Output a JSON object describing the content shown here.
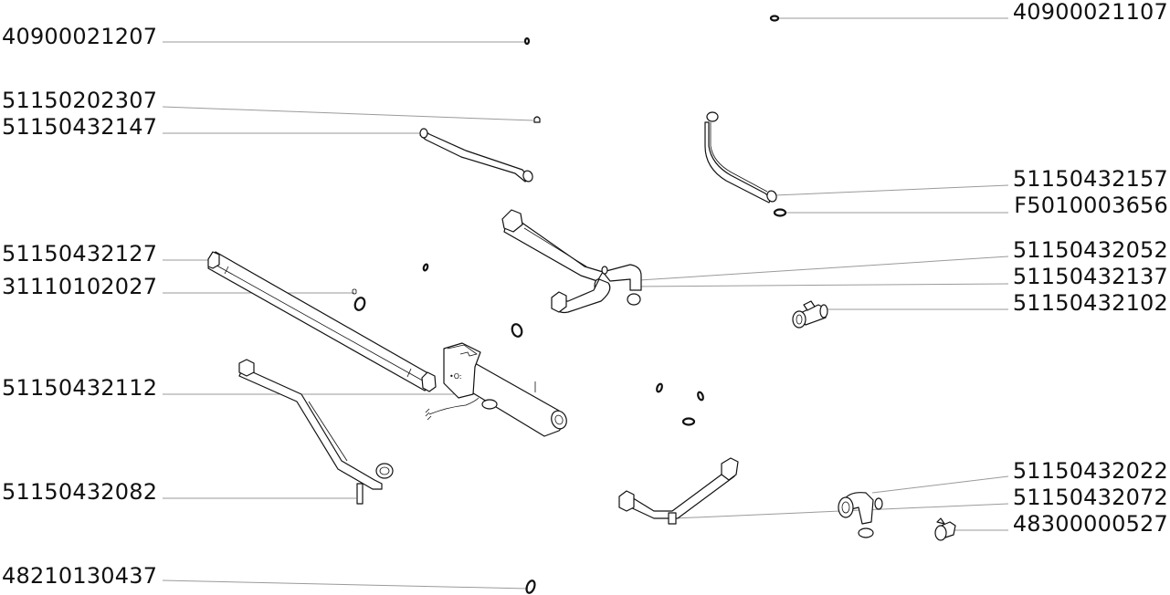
{
  "diagram": {
    "type": "exploded-parts-diagram",
    "subject": "water heater piping assembly",
    "line_color": "#111111",
    "leader_color": "#9a9a9a",
    "background": "#ffffff"
  },
  "labels_left": [
    {
      "id": "p1",
      "part_number": "40900021207"
    },
    {
      "id": "p2",
      "part_number": "51150202307"
    },
    {
      "id": "p3",
      "part_number": "51150432147"
    },
    {
      "id": "p4",
      "part_number": "51150432127"
    },
    {
      "id": "p5",
      "part_number": "31110102027"
    },
    {
      "id": "p6",
      "part_number": "51150432112"
    },
    {
      "id": "p7",
      "part_number": "51150432082"
    },
    {
      "id": "p8",
      "part_number": "48210130437"
    }
  ],
  "labels_right": [
    {
      "id": "p9",
      "part_number": "40900021107"
    },
    {
      "id": "p10",
      "part_number": "51150432157"
    },
    {
      "id": "p11",
      "part_number": "F5010003656"
    },
    {
      "id": "p12",
      "part_number": "51150432052"
    },
    {
      "id": "p13",
      "part_number": "51150432137"
    },
    {
      "id": "p14",
      "part_number": "51150432102"
    },
    {
      "id": "p15",
      "part_number": "51150432022"
    },
    {
      "id": "p16",
      "part_number": "51150432072"
    },
    {
      "id": "p17",
      "part_number": "48300000527"
    }
  ],
  "heater_badge": "•O:"
}
